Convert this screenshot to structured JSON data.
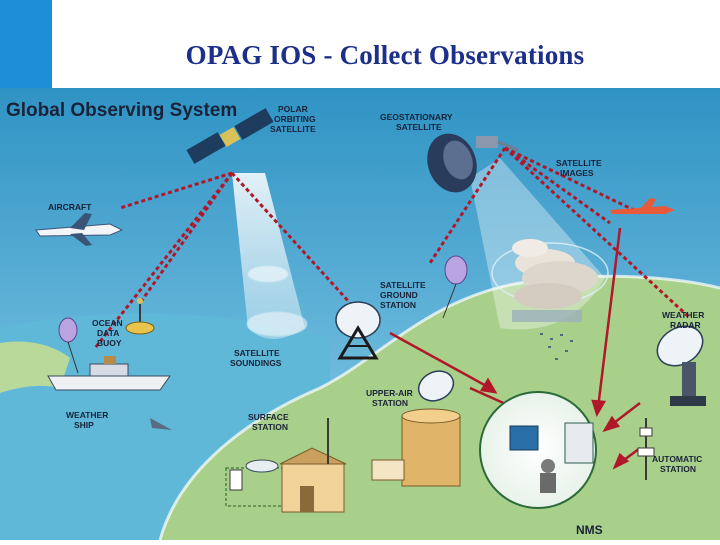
{
  "slide": {
    "title": "OPAG IOS - Collect Observations"
  },
  "diagram": {
    "heading": "Global Observing System",
    "labels": {
      "polar_satellite": [
        "POLAR",
        "ORBITING",
        "SATELLITE"
      ],
      "geo_satellite": [
        "GEOSTATIONARY",
        "SATELLITE"
      ],
      "satellite_images": [
        "SATELLITE",
        "IMAGES"
      ],
      "aircraft": [
        "AIRCRAFT"
      ],
      "ocean_buoy": [
        "OCEAN",
        "DATA",
        "BUOY"
      ],
      "satellite_ground_station": [
        "SATELLITE",
        "GROUND",
        "STATION"
      ],
      "weather_radar": [
        "WEATHER",
        "RADAR"
      ],
      "satellite_soundings": [
        "SATELLITE",
        "SOUNDINGS"
      ],
      "weather_ship": [
        "WEATHER",
        "SHIP"
      ],
      "upper_air_station": [
        "UPPER-AIR",
        "STATION"
      ],
      "surface_station": [
        "SURFACE",
        "STATION"
      ],
      "automatic_station": [
        "AUTOMATIC",
        "STATION"
      ],
      "nms": [
        "NMS"
      ]
    },
    "colors": {
      "sky": "#38a6cc",
      "ocean": "#5fb8d8",
      "land": "#a9d08a",
      "title": "#1c2f8a",
      "accent_strip": "#1d8fd8",
      "data_link": "#b0182a"
    }
  }
}
